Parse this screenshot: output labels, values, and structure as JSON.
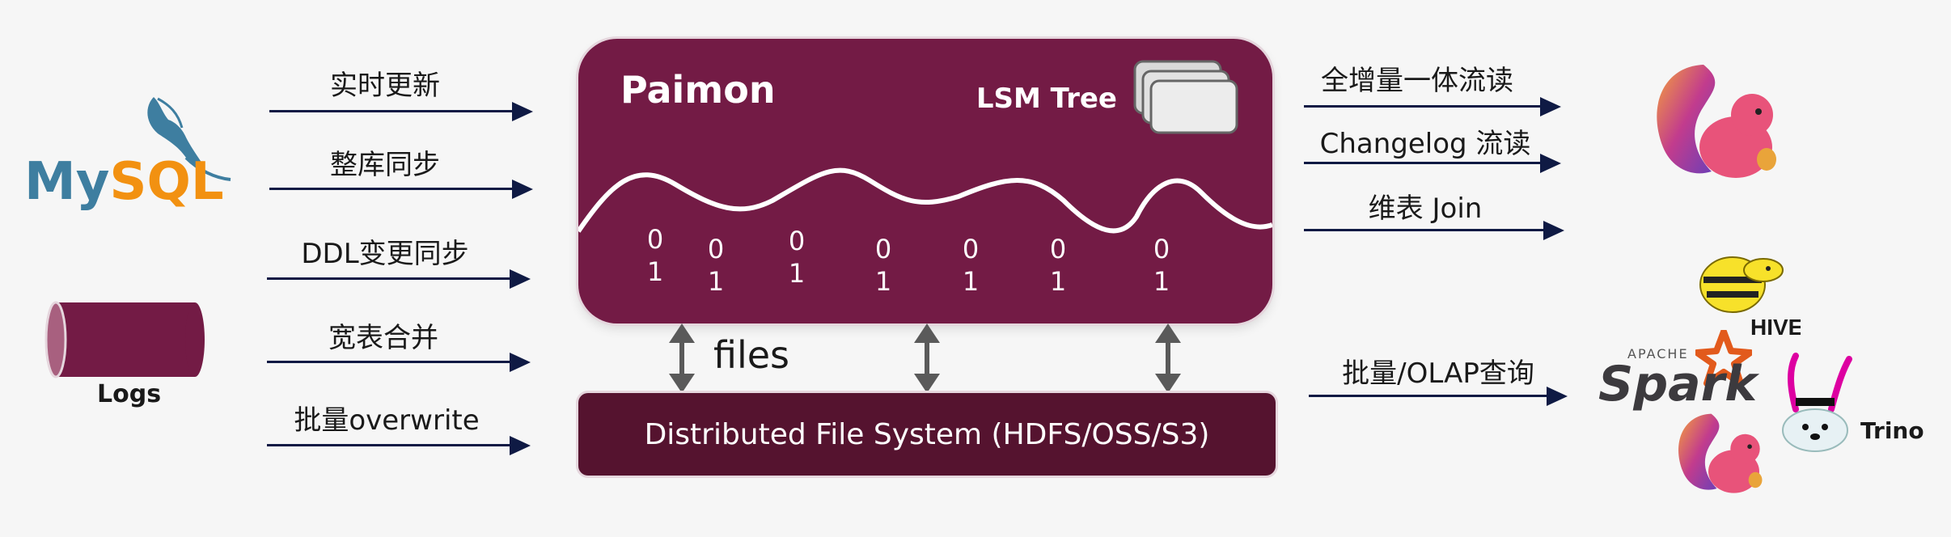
{
  "inputs": [
    {
      "label": "实时更新"
    },
    {
      "label": "整库同步"
    },
    {
      "label": "DDL变更同步"
    },
    {
      "label": "宽表合并"
    },
    {
      "label": "批量overwrite"
    }
  ],
  "sources": {
    "mysql_logo": "MySQL",
    "logs_label": "Logs"
  },
  "paimon": {
    "title": "Paimon",
    "lsm_label": "LSM Tree",
    "bits": [
      {
        "top": "0",
        "bottom": "1"
      },
      {
        "top": "0",
        "bottom": "1"
      },
      {
        "top": "0",
        "bottom": "1"
      },
      {
        "top": "0",
        "bottom": "1"
      },
      {
        "top": "0",
        "bottom": "1"
      },
      {
        "top": "0",
        "bottom": "1"
      },
      {
        "top": "0",
        "bottom": "1"
      }
    ]
  },
  "storage": {
    "files_label": "files",
    "dfs_label": "Distributed File System (HDFS/OSS/S3)"
  },
  "outputs": [
    {
      "label": "全增量一体流读"
    },
    {
      "label": "Changelog 流读"
    },
    {
      "label": "维表 Join"
    },
    {
      "label": "批量/OLAP查询"
    }
  ],
  "engines": {
    "hive": "HIVE",
    "spark_apache": "APACHE",
    "spark": "Spark",
    "trino": "Trino"
  },
  "colors": {
    "paimon_bg": "#731b45",
    "dfs_bg": "#55132f",
    "arrow": "#0f1a44",
    "mysql_blue": "#3e7ea0",
    "mysql_orange": "#f29111"
  }
}
